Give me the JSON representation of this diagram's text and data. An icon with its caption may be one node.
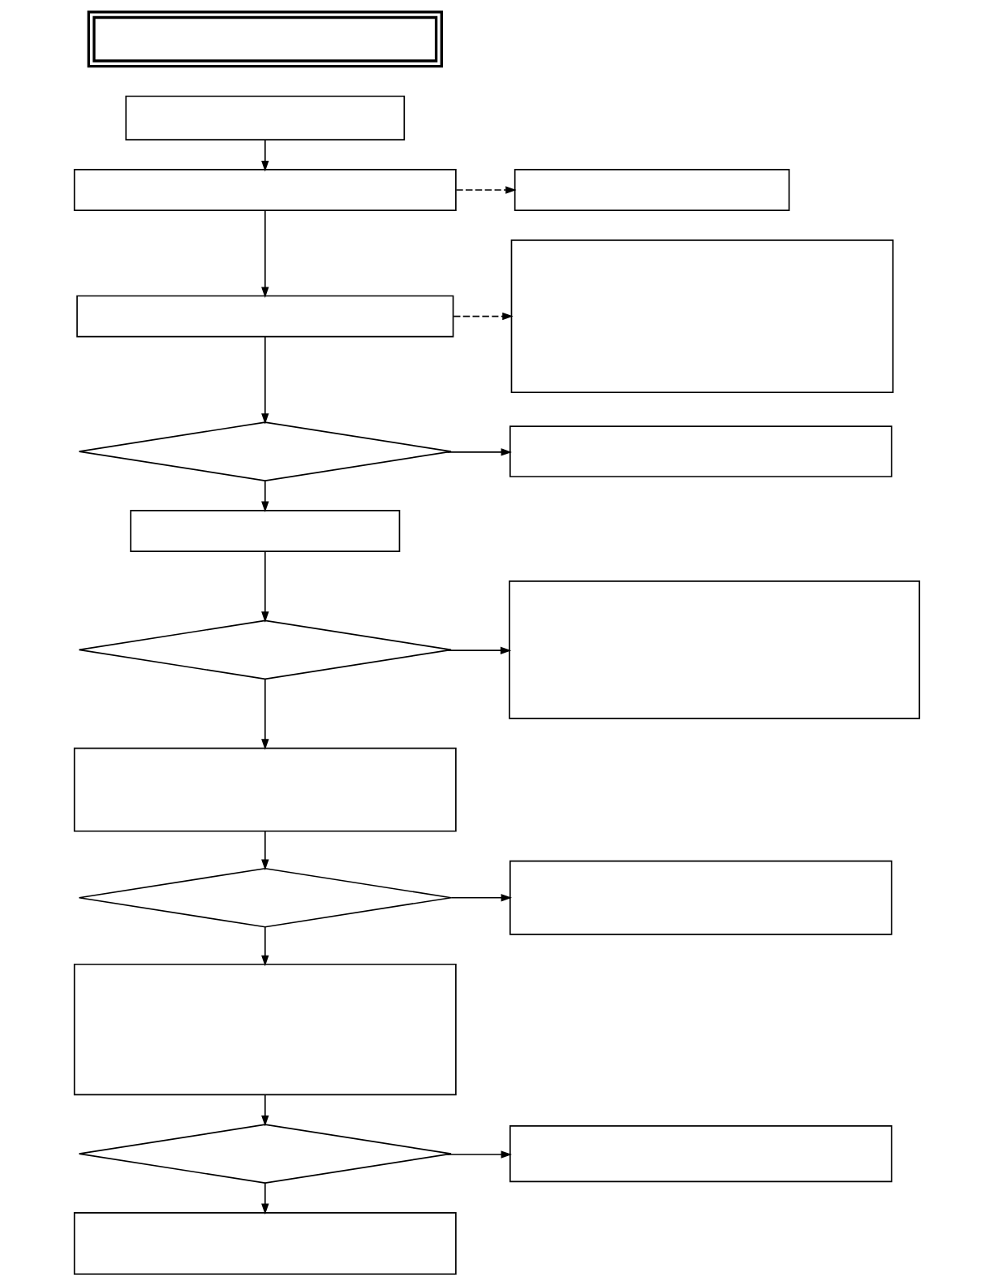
{
  "diagram": {
    "nodes": [
      {
        "text": [],
        "shape": "box"
      },
      {
        "text": [],
        "shape": "box"
      },
      {
        "text": [],
        "shape": "box"
      },
      {
        "text": [],
        "shape": "box"
      },
      {
        "text": [],
        "shape": "box"
      },
      {
        "text": [],
        "shape": "box"
      },
      {
        "text": [],
        "shape": "diamond"
      },
      {
        "text": [],
        "shape": "box"
      },
      {
        "text": [],
        "shape": "box"
      },
      {
        "text": [],
        "shape": "diamond"
      },
      {
        "text": [],
        "shape": "box"
      },
      {
        "text": [],
        "shape": "box"
      },
      {
        "text": [],
        "shape": "diamond"
      },
      {
        "text": [],
        "shape": "box"
      },
      {
        "text": [],
        "shape": "box"
      },
      {
        "text": [],
        "shape": "diamond"
      },
      {
        "text": [],
        "shape": "box"
      },
      {
        "text": [],
        "shape": "box"
      }
    ],
    "edges": [
      {
        "from": 1,
        "to": 2,
        "arrow": "to"
      },
      {
        "from": 2,
        "to": 3,
        "arrow": "to",
        "style": "dashed"
      },
      {
        "from": 2,
        "to": 4,
        "arrow": "to"
      },
      {
        "from": 4,
        "to": 5,
        "arrow": "to",
        "style": "dashed"
      },
      {
        "from": 4,
        "to": 6,
        "arrow": "to"
      },
      {
        "from": 6,
        "to": 7,
        "arrow": "to"
      },
      {
        "from": 6,
        "to": 8,
        "arrow": "to"
      },
      {
        "from": 7,
        "to": 9,
        "arrow": "to"
      },
      {
        "from": 9,
        "to": 10,
        "arrow": "to"
      },
      {
        "from": 9,
        "to": 11,
        "arrow": "to"
      },
      {
        "from": 11,
        "to": 12,
        "arrow": "to"
      },
      {
        "from": 12,
        "to": 13,
        "arrow": "to"
      },
      {
        "from": 12,
        "to": 14,
        "arrow": "to"
      },
      {
        "from": 14,
        "to": 15,
        "arrow": "to"
      },
      {
        "from": 15,
        "to": 16,
        "arrow": "to"
      },
      {
        "from": 15,
        "to": 17,
        "arrow": "to"
      }
    ]
  }
}
